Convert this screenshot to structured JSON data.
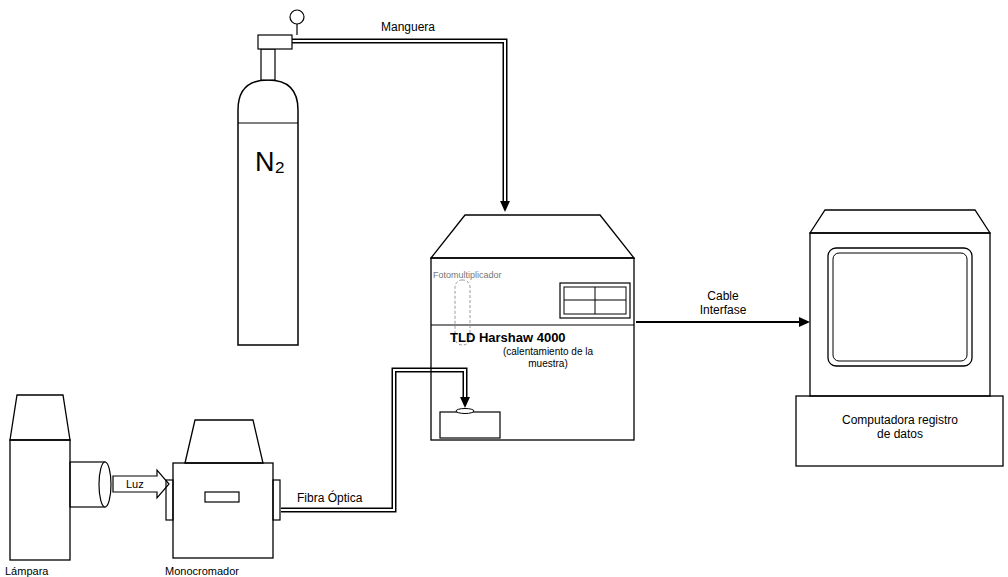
{
  "diagram": {
    "nodes": [
      {
        "text": [
          "N₂"
        ]
      },
      {
        "text": [
          "Fotomultiplicador",
          "TLD Harshaw 4000",
          "(calentamiento de la muestra)"
        ]
      },
      {
        "text": [
          "Computadora registro de datos"
        ]
      },
      {
        "text": [
          "Lámpara"
        ]
      },
      {
        "text": [
          "Monocromador"
        ]
      }
    ],
    "edges": [
      {
        "from": 0,
        "to": 1,
        "label": "Manguera",
        "arrow": "to"
      },
      {
        "from": 1,
        "to": 2,
        "label": "Cable Interfase",
        "arrow": "to"
      },
      {
        "from": 3,
        "to": 4,
        "label": "Luz",
        "arrow": "to"
      },
      {
        "from": 4,
        "to": 1,
        "label": "Fibra Óptica",
        "arrow": "to"
      }
    ]
  }
}
